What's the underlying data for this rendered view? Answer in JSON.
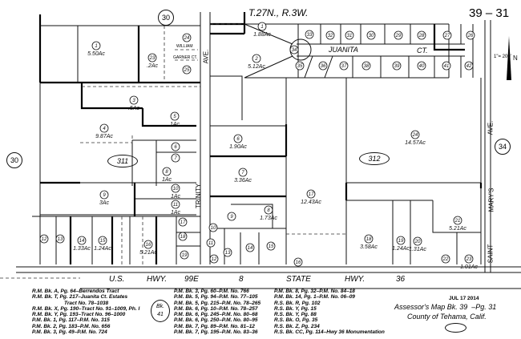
{
  "header": {
    "township_range": "T.27N., R.3W.",
    "map_number": "39 – 31",
    "scale": "1\"= 200'",
    "adjacent_pages": [
      "30",
      "30",
      "34"
    ],
    "book_ref": {
      "line1": "Bk.",
      "line2": "41"
    }
  },
  "streets": {
    "trinity": "TRINITY",
    "trinity_ave": "AVE.",
    "saint": "SAINT",
    "marys": "MARY'S",
    "marys_ave": "AVE.",
    "juanita": "JUANITA",
    "juanita_ct": "CT.",
    "william": "WILLIAM",
    "garner": "GARNER CT.",
    "hwy": [
      "U.S.",
      "HWY.",
      "99E",
      "8",
      "STATE",
      "HWY.",
      "36"
    ]
  },
  "tracts": [
    "311",
    "312"
  ],
  "parcels": [
    {
      "num": "1",
      "acres": "5.50Ac"
    },
    {
      "num": "2",
      "acres": "5.12Ac"
    },
    {
      "num": "3",
      "acres": ".5Ac"
    },
    {
      "num": "4",
      "acres": "9.87Ac"
    },
    {
      "num": "5",
      "acres": "1Ac"
    },
    {
      "num": "6",
      "acres": "1.90Ac"
    },
    {
      "num": "7",
      "acres": "3.36Ac"
    },
    {
      "num": "8",
      "acres": "1Ac"
    },
    {
      "num": "6",
      "acres": ""
    },
    {
      "num": "7",
      "acres": ""
    },
    {
      "num": "9",
      "acres": "3Ac"
    },
    {
      "num": "10",
      "acres": "1Ac"
    },
    {
      "num": "11",
      "acres": "1Ac"
    },
    {
      "num": "8",
      "acres": "1.73Ac"
    },
    {
      "num": "9",
      "acres": ""
    },
    {
      "num": "12",
      "acres": ""
    },
    {
      "num": "13",
      "acres": ""
    },
    {
      "num": "14",
      "acres": "1.33Ac"
    },
    {
      "num": "15",
      "acres": "1.24Ac"
    },
    {
      "num": "16",
      "acres": "5.21Ac"
    },
    {
      "num": "17",
      "acres": ""
    },
    {
      "num": "18",
      "acres": ""
    },
    {
      "num": "19",
      "acres": ""
    },
    {
      "num": "10",
      "acres": ""
    },
    {
      "num": "11",
      "acres": ""
    },
    {
      "num": "12",
      "acres": ""
    },
    {
      "num": "13",
      "acres": ""
    },
    {
      "num": "14",
      "acres": ""
    },
    {
      "num": "15",
      "acres": ""
    },
    {
      "num": "16",
      "acres": ""
    },
    {
      "num": "17",
      "acres": "12.43Ac"
    },
    {
      "num": "24",
      "acres": "14.57Ac"
    },
    {
      "num": "18",
      "acres": "3.58Ac"
    },
    {
      "num": "19",
      "acres": "1.24Ac"
    },
    {
      "num": "20",
      "acres": "1.31Ac"
    },
    {
      "num": "21",
      "acres": "5.21Ac"
    },
    {
      "num": "22",
      "acres": ""
    },
    {
      "num": "23",
      "acres": "1.01Ac"
    },
    {
      "num": "1",
      "acres": "1.88Ac"
    },
    {
      "num": "23",
      "acres": ".2Ac"
    },
    {
      "num": "24",
      "acres": ""
    },
    {
      "num": "25",
      "acres": ""
    },
    {
      "num": "33",
      "acres": ""
    },
    {
      "num": "32",
      "acres": ""
    },
    {
      "num": "31",
      "acres": ""
    },
    {
      "num": "30",
      "acres": ""
    },
    {
      "num": "29",
      "acres": ""
    },
    {
      "num": "28",
      "acres": ""
    },
    {
      "num": "27",
      "acres": ""
    },
    {
      "num": "26",
      "acres": ""
    },
    {
      "num": "34",
      "acres": ""
    },
    {
      "num": "35",
      "acres": ""
    },
    {
      "num": "36",
      "acres": ""
    },
    {
      "num": "37",
      "acres": ""
    },
    {
      "num": "38",
      "acres": ""
    },
    {
      "num": "39",
      "acres": ""
    },
    {
      "num": "40",
      "acres": ""
    },
    {
      "num": "41",
      "acres": ""
    },
    {
      "num": "42",
      "acres": ""
    }
  ],
  "references_left": [
    "R.M. Bk. A, Pg. 64–Berrendos Tract",
    "R.M. Bk. T, Pg. 217–Juanita Ct. Estates",
    "Tract No. 78–1038",
    "R.M. Bk. X, Pg. 190–Tract No. 91–1009, Ph. I",
    "R.M. Bk. Y, Pg. 193–Tract No. 96–1000",
    "P.M. Bk. 1, Pg. 117–P.M. No. 315",
    "P.M. Bk. 2, Pg. 183–P.M. No. 656",
    "P.M. Bk. 3, Pg. 49–P.M. No. 724"
  ],
  "references_middle": [
    "P.M. Bk. 3, Pg. 60–P.M. No. 766",
    "P.M. Bk. 5, Pg. 94–P.M. No. 77–105",
    "P.M. Bk. 5, Pg. 215–P.M. No. 78–265",
    "P.M. Bk. 6, Pg. 10–P.M. No. 78–257",
    "P.M. Bk. 6, Pg. 245–P.M. No. 80–68",
    "P.M. Bk. 6, Pg. 250–P.M. No. 80–95",
    "P.M. Bk. 7, Pg. 89–P.M. No. 81–12",
    "P.M. Bk. 7, Pg. 195–P.M. No. 83–36"
  ],
  "references_right": [
    "P.M. Bk. 8, Pg. 32–P.M. No. 84–18",
    "P.M. Bk. 14, Pg. 1–P.M. No. 06–09",
    "R.S. Bk. R, Pg. 102",
    "R.S. Bk. Y, Pg. 15",
    "R.S. Bk. Y, Pg. 88",
    "R.S. Bk. O, Pg. 35",
    "R.S. Bk. Z, Pg. 234",
    "R.S. Bk. CC, Pg. 114–Hwy 36 Monumentation"
  ],
  "footer": {
    "date_stamp": "JUL 17 2014",
    "title": "Assessor's Map Bk. 39  –Pg. 31",
    "county": "County of Tehama, Calif."
  }
}
